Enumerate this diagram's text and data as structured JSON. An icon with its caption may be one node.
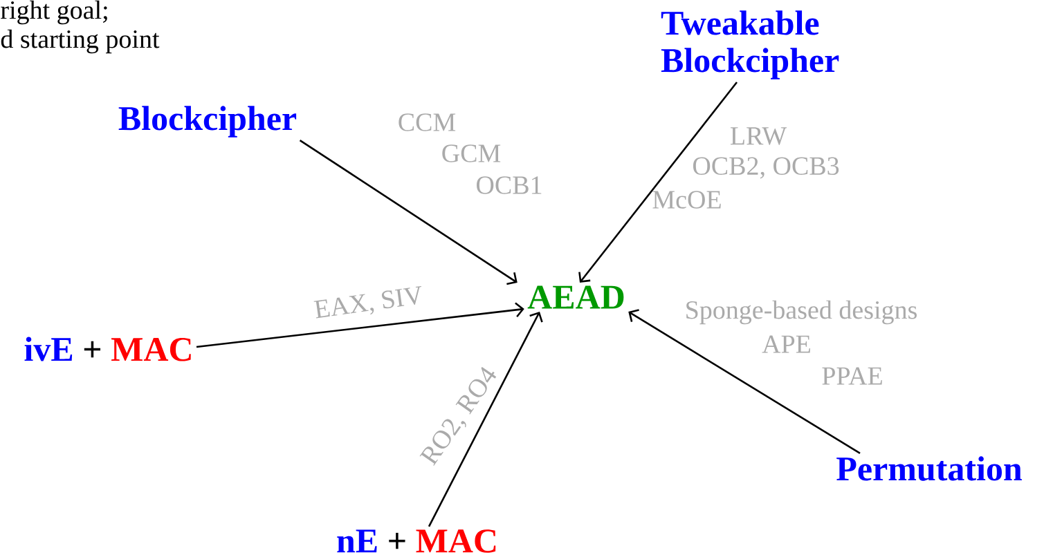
{
  "diagram": {
    "nodes": [
      {
        "text": [
          "AEAD"
        ]
      },
      {
        "text": [
          "Blockcipher"
        ]
      },
      {
        "text": [
          "Tweakable Blockcipher"
        ]
      },
      {
        "text": [
          "ivE",
          "+",
          "MAC"
        ]
      },
      {
        "text": [
          "nE",
          "+",
          "MAC"
        ]
      },
      {
        "text": [
          "Permutation"
        ]
      }
    ],
    "edges": [
      {
        "from": 1,
        "to": 0,
        "arrow": "to"
      },
      {
        "from": 2,
        "to": 0,
        "arrow": "to"
      },
      {
        "from": 3,
        "to": 0,
        "arrow": "to",
        "label": "EAX, SIV"
      },
      {
        "from": 4,
        "to": 0,
        "arrow": "to",
        "label": "RO2, RO4"
      },
      {
        "from": 5,
        "to": 0,
        "arrow": "to"
      }
    ],
    "labels": [
      "right goal;",
      "d starting point",
      "CCM",
      "GCM",
      "OCB1",
      "LRW",
      "OCB2, OCB3",
      "McOE",
      "Sponge-based designs",
      "APE",
      "PPAE"
    ]
  }
}
